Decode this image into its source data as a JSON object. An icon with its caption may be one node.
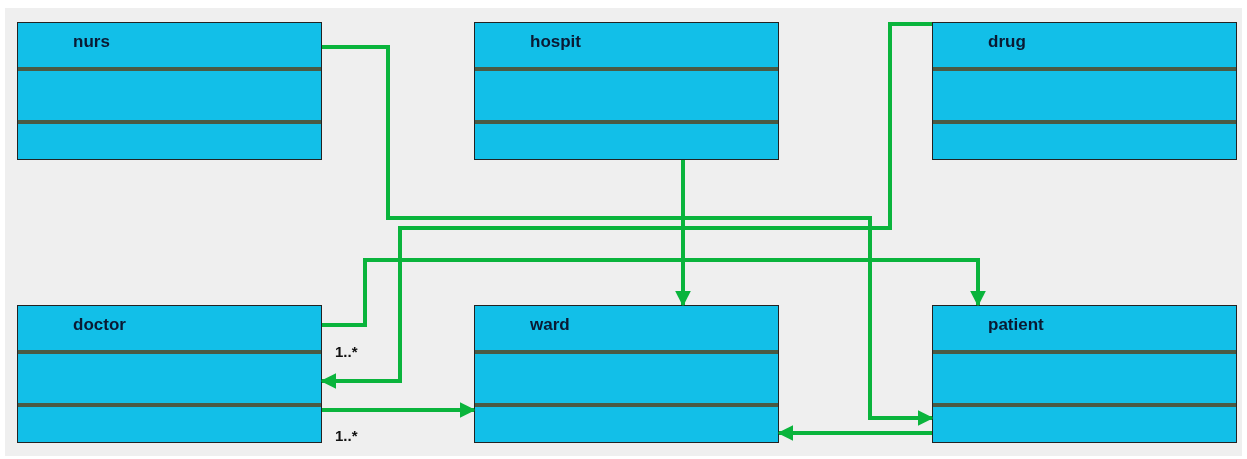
{
  "diagram": {
    "nodes": [
      {
        "text": [
          "nurs"
        ]
      },
      {
        "text": [
          "hospit"
        ]
      },
      {
        "text": [
          "drug"
        ]
      },
      {
        "text": [
          "doctor"
        ]
      },
      {
        "text": [
          "ward"
        ]
      },
      {
        "text": [
          "patient"
        ]
      }
    ],
    "edges": [
      {
        "from": 0,
        "to": 5,
        "arrow": "to"
      },
      {
        "from": 1,
        "to": 4,
        "arrow": "to"
      },
      {
        "from": 2,
        "to": 3,
        "arrow": "to",
        "label": "1..*"
      },
      {
        "from": 3,
        "to": 5,
        "arrow": "to"
      },
      {
        "from": 3,
        "to": 4,
        "arrow": "to",
        "label": "1..*"
      },
      {
        "from": 5,
        "to": 4,
        "arrow": "to"
      }
    ]
  }
}
